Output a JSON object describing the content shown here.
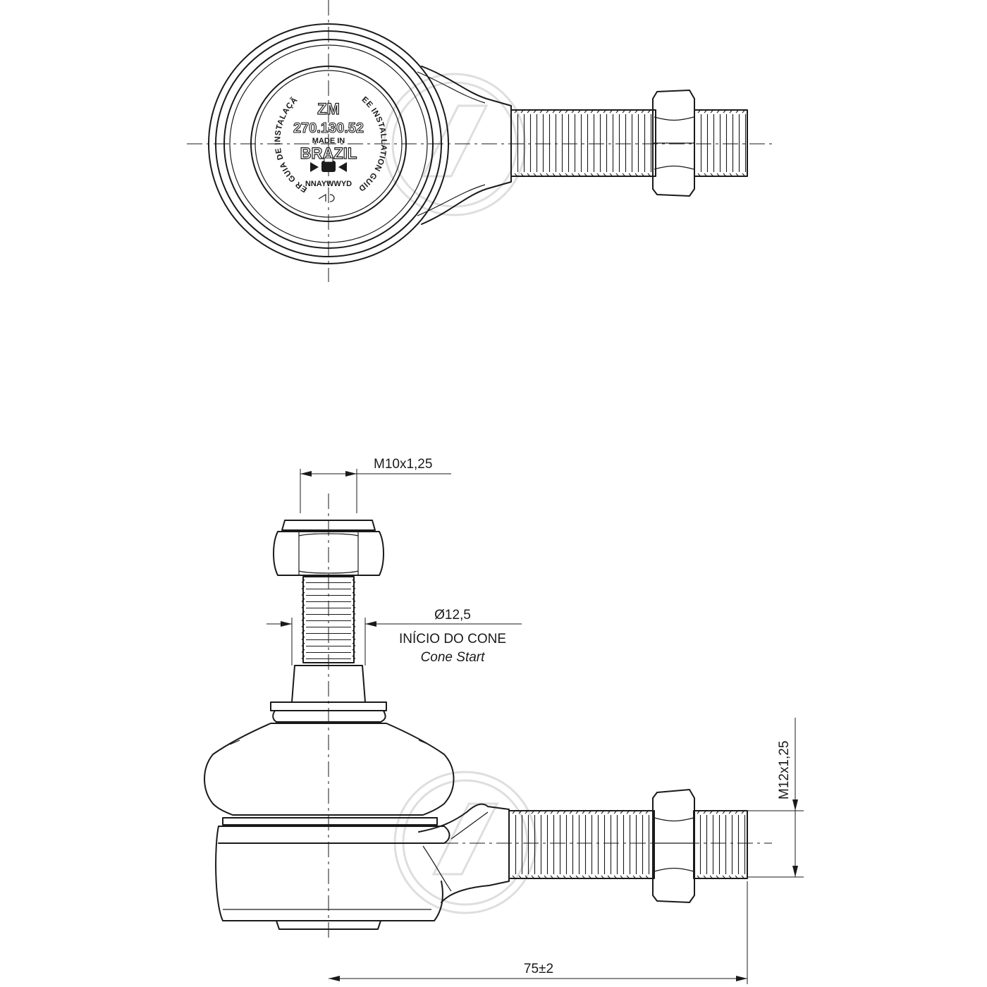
{
  "top_view": {
    "part_marking": {
      "brand": "ZM",
      "part_number": "270.130.52",
      "made_in_line1": "MADE IN",
      "made_in_line2": "BRAZIL",
      "date_code": "NNAYWWYD",
      "ring_text_left": "VER GUIA DE INSTALAÇÃO",
      "ring_text_right": "SEE INSTALLATION GUIDE"
    }
  },
  "side_view": {
    "dimensions": {
      "top_thread": "M10x1,25",
      "cone_diameter": "Ø12,5",
      "cone_start_pt": "INÍCIO DO CONE",
      "cone_start_en": "Cone Start",
      "side_thread": "M12x1,25",
      "length": "75±2"
    }
  },
  "colors": {
    "line": "#1a1a1a",
    "watermark": "#c8c8c8",
    "background": "#ffffff"
  }
}
